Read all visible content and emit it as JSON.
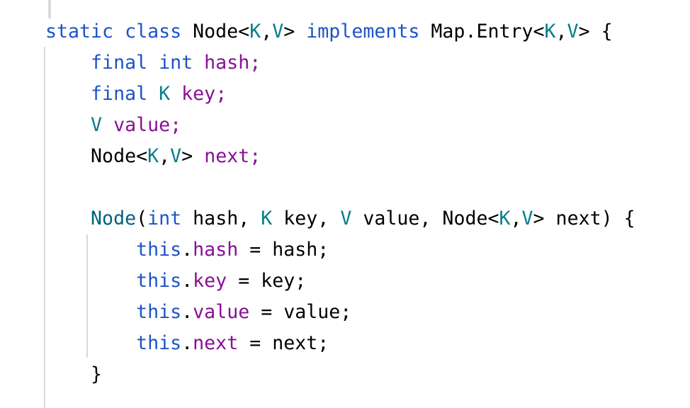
{
  "editor": {
    "background": "#ffffff",
    "colors": {
      "keyword": "#1d53c8",
      "type_param": "#077d8a",
      "constructor": "#00627a",
      "field": "#871094",
      "plain": "#000000",
      "indent_guide": "#dadada",
      "top_marker": "#d9d9d9"
    },
    "lines": [
      {
        "tokens": [
          {
            "t": "static class ",
            "c": "keyword"
          },
          {
            "t": "Node<",
            "c": "plain"
          },
          {
            "t": "K",
            "c": "type_param"
          },
          {
            "t": ",",
            "c": "plain"
          },
          {
            "t": "V",
            "c": "type_param"
          },
          {
            "t": "> ",
            "c": "plain"
          },
          {
            "t": "implements ",
            "c": "keyword"
          },
          {
            "t": "Map.Entry<",
            "c": "plain"
          },
          {
            "t": "K",
            "c": "type_param"
          },
          {
            "t": ",",
            "c": "plain"
          },
          {
            "t": "V",
            "c": "type_param"
          },
          {
            "t": "> {",
            "c": "plain"
          }
        ]
      },
      {
        "tokens": [
          {
            "t": "    ",
            "c": "plain"
          },
          {
            "t": "final int ",
            "c": "keyword"
          },
          {
            "t": "hash;",
            "c": "field"
          }
        ]
      },
      {
        "tokens": [
          {
            "t": "    ",
            "c": "plain"
          },
          {
            "t": "final ",
            "c": "keyword"
          },
          {
            "t": "K",
            "c": "type_param"
          },
          {
            "t": " ",
            "c": "plain"
          },
          {
            "t": "key;",
            "c": "field"
          }
        ]
      },
      {
        "tokens": [
          {
            "t": "    ",
            "c": "plain"
          },
          {
            "t": "V",
            "c": "type_param"
          },
          {
            "t": " ",
            "c": "plain"
          },
          {
            "t": "value;",
            "c": "field"
          }
        ]
      },
      {
        "tokens": [
          {
            "t": "    Node<",
            "c": "plain"
          },
          {
            "t": "K",
            "c": "type_param"
          },
          {
            "t": ",",
            "c": "plain"
          },
          {
            "t": "V",
            "c": "type_param"
          },
          {
            "t": "> ",
            "c": "plain"
          },
          {
            "t": "next;",
            "c": "field"
          }
        ]
      },
      {
        "tokens": []
      },
      {
        "tokens": [
          {
            "t": "    ",
            "c": "plain"
          },
          {
            "t": "Node",
            "c": "constructor"
          },
          {
            "t": "(",
            "c": "plain"
          },
          {
            "t": "int",
            "c": "keyword"
          },
          {
            "t": " hash, ",
            "c": "plain"
          },
          {
            "t": "K",
            "c": "type_param"
          },
          {
            "t": " key, ",
            "c": "plain"
          },
          {
            "t": "V",
            "c": "type_param"
          },
          {
            "t": " value, Node<",
            "c": "plain"
          },
          {
            "t": "K",
            "c": "type_param"
          },
          {
            "t": ",",
            "c": "plain"
          },
          {
            "t": "V",
            "c": "type_param"
          },
          {
            "t": "> next) {",
            "c": "plain"
          }
        ]
      },
      {
        "tokens": [
          {
            "t": "        ",
            "c": "plain"
          },
          {
            "t": "this",
            "c": "keyword"
          },
          {
            "t": ".",
            "c": "plain"
          },
          {
            "t": "hash",
            "c": "field"
          },
          {
            "t": " = hash;",
            "c": "plain"
          }
        ]
      },
      {
        "tokens": [
          {
            "t": "        ",
            "c": "plain"
          },
          {
            "t": "this",
            "c": "keyword"
          },
          {
            "t": ".",
            "c": "plain"
          },
          {
            "t": "key",
            "c": "field"
          },
          {
            "t": " = key;",
            "c": "plain"
          }
        ]
      },
      {
        "tokens": [
          {
            "t": "        ",
            "c": "plain"
          },
          {
            "t": "this",
            "c": "keyword"
          },
          {
            "t": ".",
            "c": "plain"
          },
          {
            "t": "value",
            "c": "field"
          },
          {
            "t": " = value;",
            "c": "plain"
          }
        ]
      },
      {
        "tokens": [
          {
            "t": "        ",
            "c": "plain"
          },
          {
            "t": "this",
            "c": "keyword"
          },
          {
            "t": ".",
            "c": "plain"
          },
          {
            "t": "next",
            "c": "field"
          },
          {
            "t": " = next;",
            "c": "plain"
          }
        ]
      },
      {
        "tokens": [
          {
            "t": "    }",
            "c": "plain"
          }
        ]
      }
    ]
  }
}
